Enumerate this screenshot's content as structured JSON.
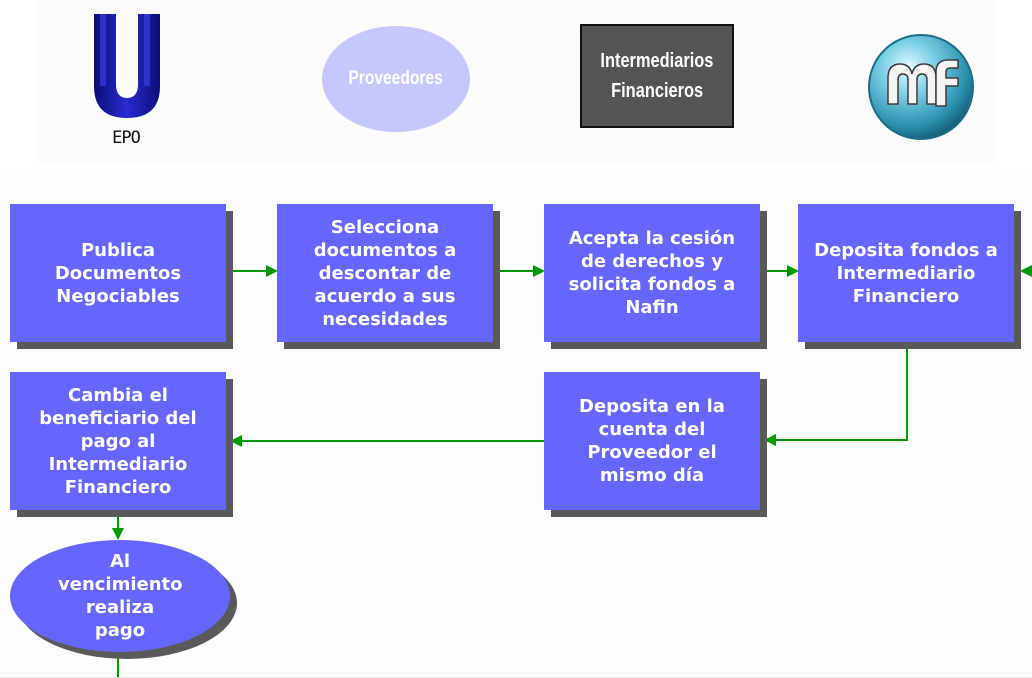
{
  "actors": {
    "epo": {
      "label": "EPO",
      "icon": "epo-u-icon",
      "color": "#1b1bb5"
    },
    "proveedores": {
      "label": "Proveedores",
      "color": "#c7c7ff"
    },
    "intermediarios": {
      "line1": "Intermediarios",
      "line2": "Financieros",
      "color": "#555555"
    },
    "nafin": {
      "icon": "nafin-globe-icon",
      "color": "#3aa7c4"
    }
  },
  "steps": {
    "publica": "Publica Documentos Negociables",
    "selecciona": "Selecciona documentos a descontar de acuerdo a sus necesidades",
    "acepta": "Acepta la cesión de derechos y solicita fondos a Nafin",
    "deposita_if": "Deposita fondos a Intermediario Financiero",
    "deposita_cuenta": "Deposita en la cuenta del Proveedor el mismo día",
    "cambia": "Cambia el beneficiario del pago al Intermediario Financiero",
    "vencimiento": "Al vencimiento realiza pago"
  },
  "colors": {
    "box": "#6666ff",
    "shadow": "#5a5a5a",
    "arrow": "#009900"
  }
}
